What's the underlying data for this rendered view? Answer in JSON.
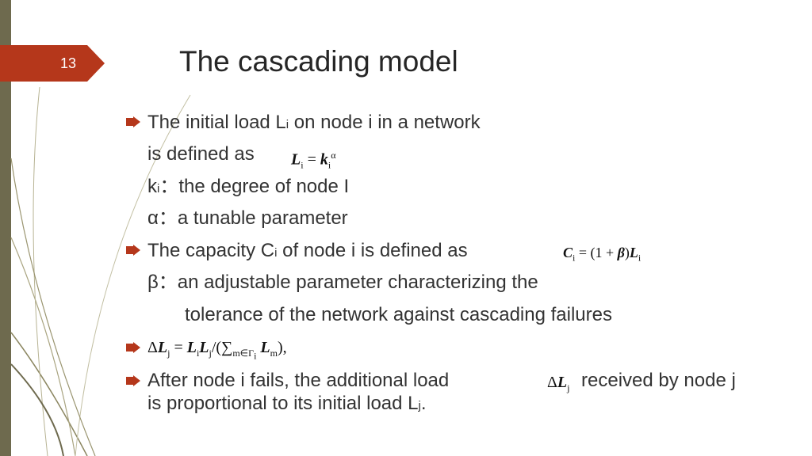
{
  "slide": {
    "number": "13",
    "title": "The cascading model"
  },
  "lines": {
    "l1_a": "The initial load L",
    "l1_sub": "i",
    "l1_b": " on node i in a network",
    "l2": "is defined as",
    "l3_a": "k",
    "l3_sub": "i",
    "l3_b": "：the degree of node I",
    "l4": "α：a tunable parameter",
    "l5_a": "The capacity C",
    "l5_sub": "i",
    "l5_b": " of node i is defined as",
    "l6": "β：an adjustable parameter characterizing the",
    "l7": "tolerance of the network against cascading failures",
    "l9_a": "After node i fails, the additional load",
    "l9_b": "received by node j",
    "l10_a": "is proportional to its initial load L",
    "l10_sub": "j",
    "l10_b": "."
  },
  "formulas": {
    "load": "L_i = k_i^α",
    "capacity": "C_i = (1 + β)L_i",
    "delta": "ΔL_j = L_iL_j/(∑_{m∈Γ_i} L_m),",
    "delta_short": "ΔL_j"
  },
  "colors": {
    "accent": "#b5371b",
    "left_bar": "#6e6a4e",
    "deco_line": "#8b8660"
  },
  "icons": {
    "bullet": "arrow-bullet-icon"
  }
}
